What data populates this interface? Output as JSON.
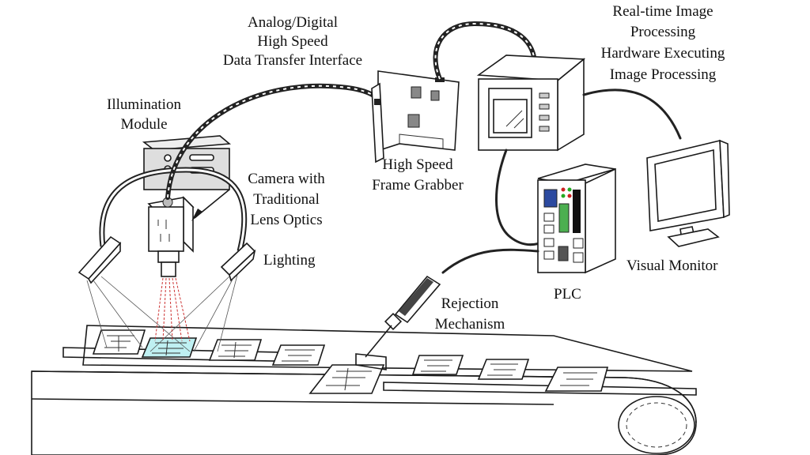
{
  "labels": {
    "interface": [
      "Analog/Digital",
      "High Speed",
      "Data Transfer Interface"
    ],
    "processing": [
      "Real-time Image",
      "Processing",
      "Hardware Executing",
      "Image Processing"
    ],
    "illumination": [
      "Illumination",
      "Module"
    ],
    "camera": [
      "Camera with",
      "Traditional",
      "Lens Optics"
    ],
    "grabber": [
      "High Speed",
      "Frame Grabber"
    ],
    "lighting": "Lighting",
    "monitor": "Visual Monitor",
    "plc": "PLC",
    "rejection": [
      "Rejection",
      "Mechanism"
    ]
  },
  "colors": {
    "inspected_part": "#bff0f2",
    "laser": "#cc3333",
    "line": "#1a1a1a",
    "module_fill": "#dedede"
  }
}
